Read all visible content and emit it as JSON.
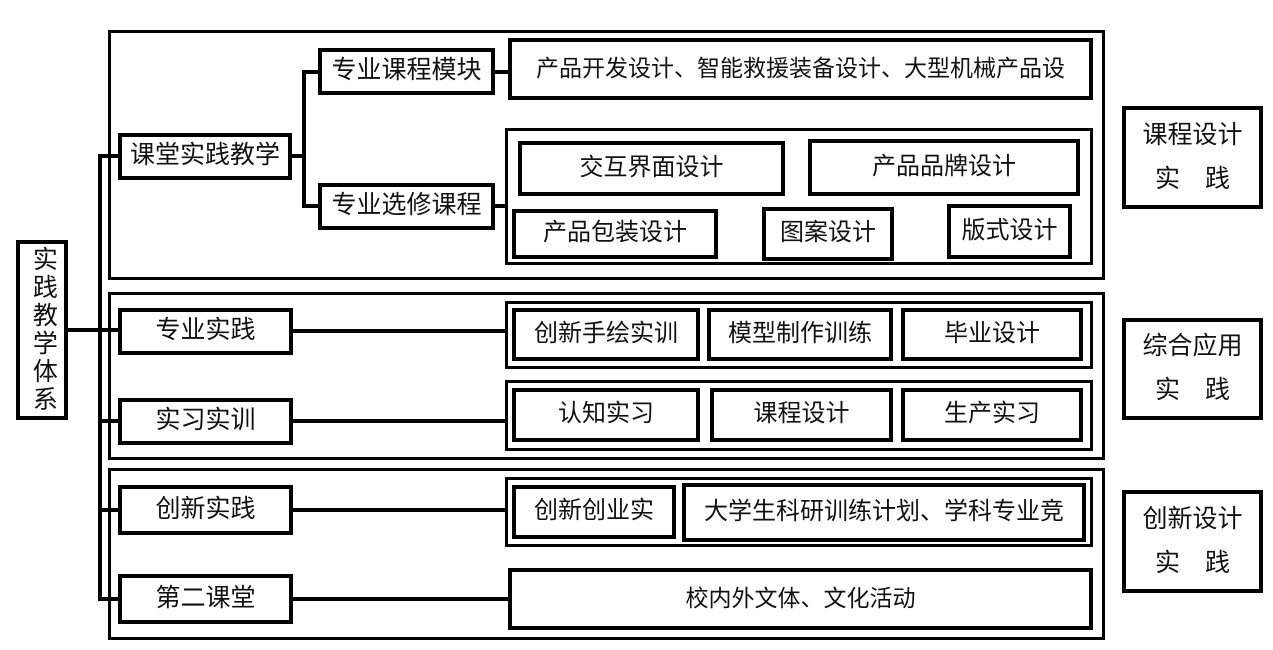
{
  "diagram": {
    "colors": {
      "line": "#000000",
      "background": "#ffffff",
      "text": "#111111"
    },
    "root": "实践教学体系",
    "level1": {
      "classroom": "课堂实践教学",
      "professional_practice": "专业实践",
      "internship": "实习实训",
      "innovation": "创新实践",
      "second_classroom": "第二课堂"
    },
    "classroom_branch": {
      "course_module": "专业课程模块",
      "elective_course": "专业选修课程",
      "module_course_list": "产品开发设计、智能救援装备设计、大型机械产品设",
      "electives": {
        "interactive_ui": "交互界面设计",
        "product_brand": "产品品牌设计",
        "product_packaging": "产品包装设计",
        "pattern": "图案设计",
        "layout": "版式设计"
      }
    },
    "professional_practice_items": {
      "hand_drawing": "创新手绘实训",
      "model_making": "模型制作训练",
      "graduation": "毕业设计"
    },
    "internship_items": {
      "cognitive": "认知实习",
      "course_design": "课程设计",
      "production": "生产实习"
    },
    "innovation_items": {
      "entrepreneurship": "创新创业实",
      "research_competition": "大学生科研训练计划、学科专业竞"
    },
    "second_classroom_item": "校内外文体、文化活动",
    "side_labels": {
      "course_design_practice": {
        "line1": "课程设计",
        "line2": "实　践"
      },
      "comprehensive_practice": {
        "line1": "综合应用",
        "line2": "实　践"
      },
      "innovative_practice": {
        "line1": "创新设计",
        "line2": "实　践"
      }
    }
  }
}
